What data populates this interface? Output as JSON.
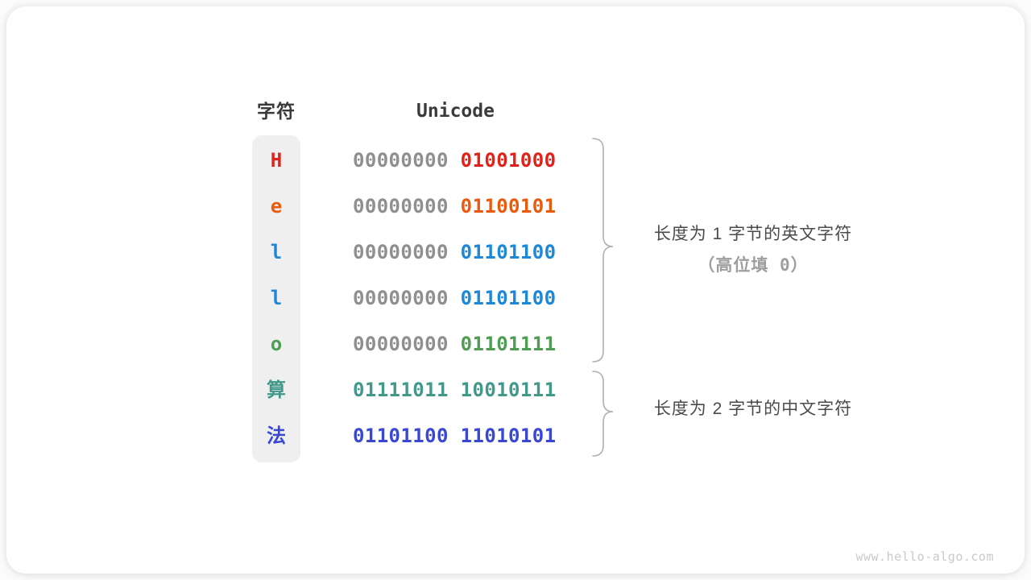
{
  "header": {
    "char_col": "字符",
    "unicode_col": "Unicode"
  },
  "rows": [
    {
      "char": "H",
      "color": "#e0231a",
      "high_byte": "00000000",
      "high_color": "#8f8f8f",
      "low_byte": "01001000",
      "low_color": "#e0231a"
    },
    {
      "char": "e",
      "color": "#ea5a0d",
      "high_byte": "00000000",
      "high_color": "#8f8f8f",
      "low_byte": "01100101",
      "low_color": "#ea5a0d"
    },
    {
      "char": "l",
      "color": "#1d87d8",
      "high_byte": "00000000",
      "high_color": "#8f8f8f",
      "low_byte": "01101100",
      "low_color": "#1d87d8"
    },
    {
      "char": "l",
      "color": "#1d87d8",
      "high_byte": "00000000",
      "high_color": "#8f8f8f",
      "low_byte": "01101100",
      "low_color": "#1d87d8"
    },
    {
      "char": "o",
      "color": "#4f9d52",
      "high_byte": "00000000",
      "high_color": "#8f8f8f",
      "low_byte": "01101111",
      "low_color": "#4f9d52"
    },
    {
      "char": "算",
      "color": "#42998b",
      "high_byte": "01111011",
      "high_color": "#42998b",
      "low_byte": "10010111",
      "low_color": "#42998b"
    },
    {
      "char": "法",
      "color": "#3848d2",
      "high_byte": "01101100",
      "high_color": "#3848d2",
      "low_byte": "11010101",
      "low_color": "#3848d2"
    }
  ],
  "groups": [
    {
      "line1": "长度为 1 字节的英文字符",
      "line2": "（高位填 0）"
    },
    {
      "line1": "长度为 2 字节的中文字符"
    }
  ],
  "watermark": "www.hello-algo.com",
  "colors": {
    "zero_padding_gray": "#8f8f8f",
    "header_text": "#3a3a3a",
    "group_label_text": "#4a4a4a",
    "group_sublabel_text": "#9e9e9e",
    "brace_stroke": "#b0b0b0",
    "char_column_bg": "#efeff0",
    "card_bg": "#ffffff",
    "watermark_text": "#c9c9c9"
  }
}
